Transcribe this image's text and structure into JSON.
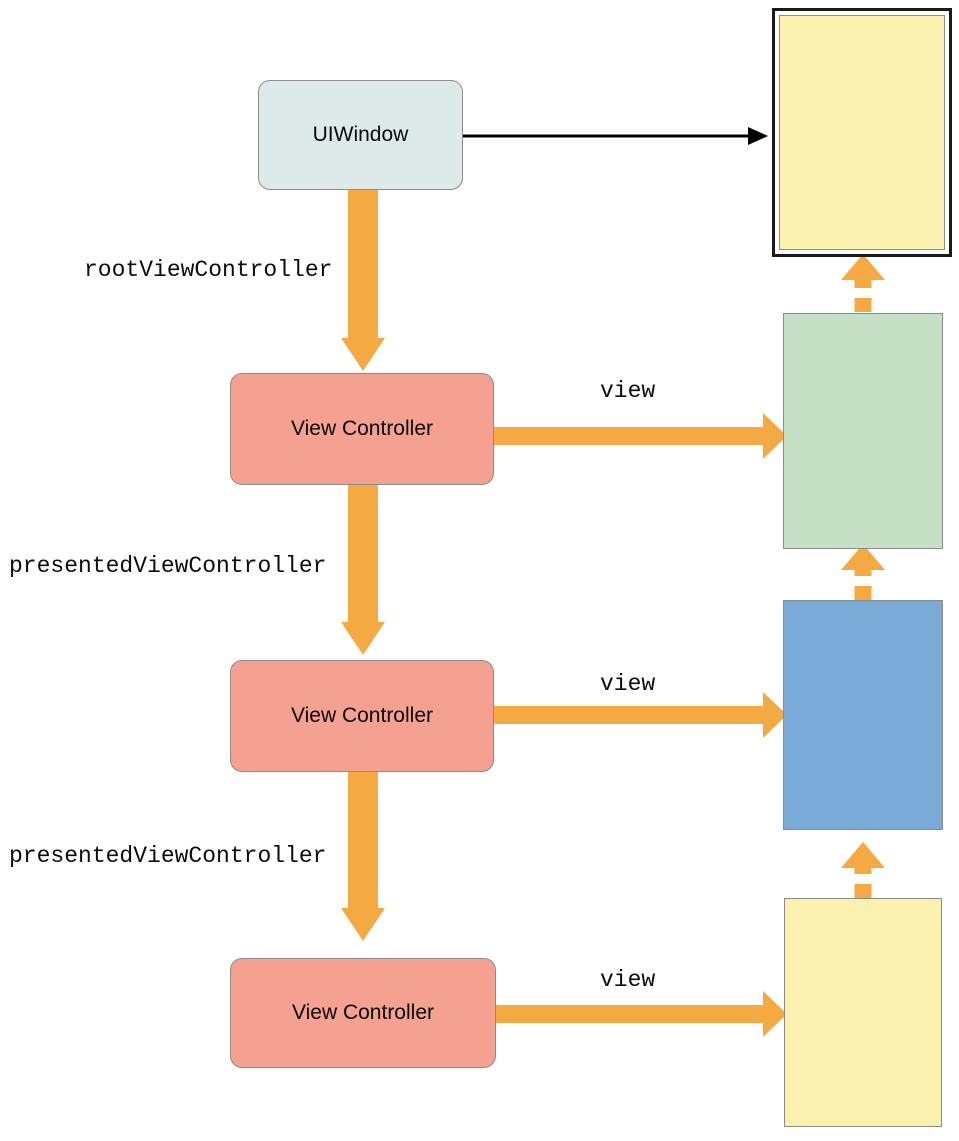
{
  "diagram": {
    "title": "UIKit view controller presentation hierarchy",
    "colors": {
      "arrow_orange": "#f5a943",
      "arrow_black": "#000000",
      "vc_fill": "#f4a192",
      "window_fill": "#dee9ea",
      "view_green": "#c6e0c6",
      "view_blue": "#7aaad8",
      "view_yellow": "#faf0b0",
      "node_stroke": "#8b8b8b",
      "screen_stroke": "#1a1a1a"
    },
    "nodes": {
      "ui_window": "UIWindow",
      "view_controller_1": "View Controller",
      "view_controller_2": "View Controller",
      "view_controller_3": "View Controller"
    },
    "edge_labels": {
      "root_view_controller": "rootViewController",
      "presented_view_controller_1": "presentedViewController",
      "presented_view_controller_2": "presentedViewController",
      "view_1": "view",
      "view_2": "view",
      "view_3": "view"
    },
    "views": {
      "screen_window": "screen-window-yellow-view",
      "green": "green-view",
      "blue": "blue-view",
      "yellow": "yellow-view"
    }
  }
}
